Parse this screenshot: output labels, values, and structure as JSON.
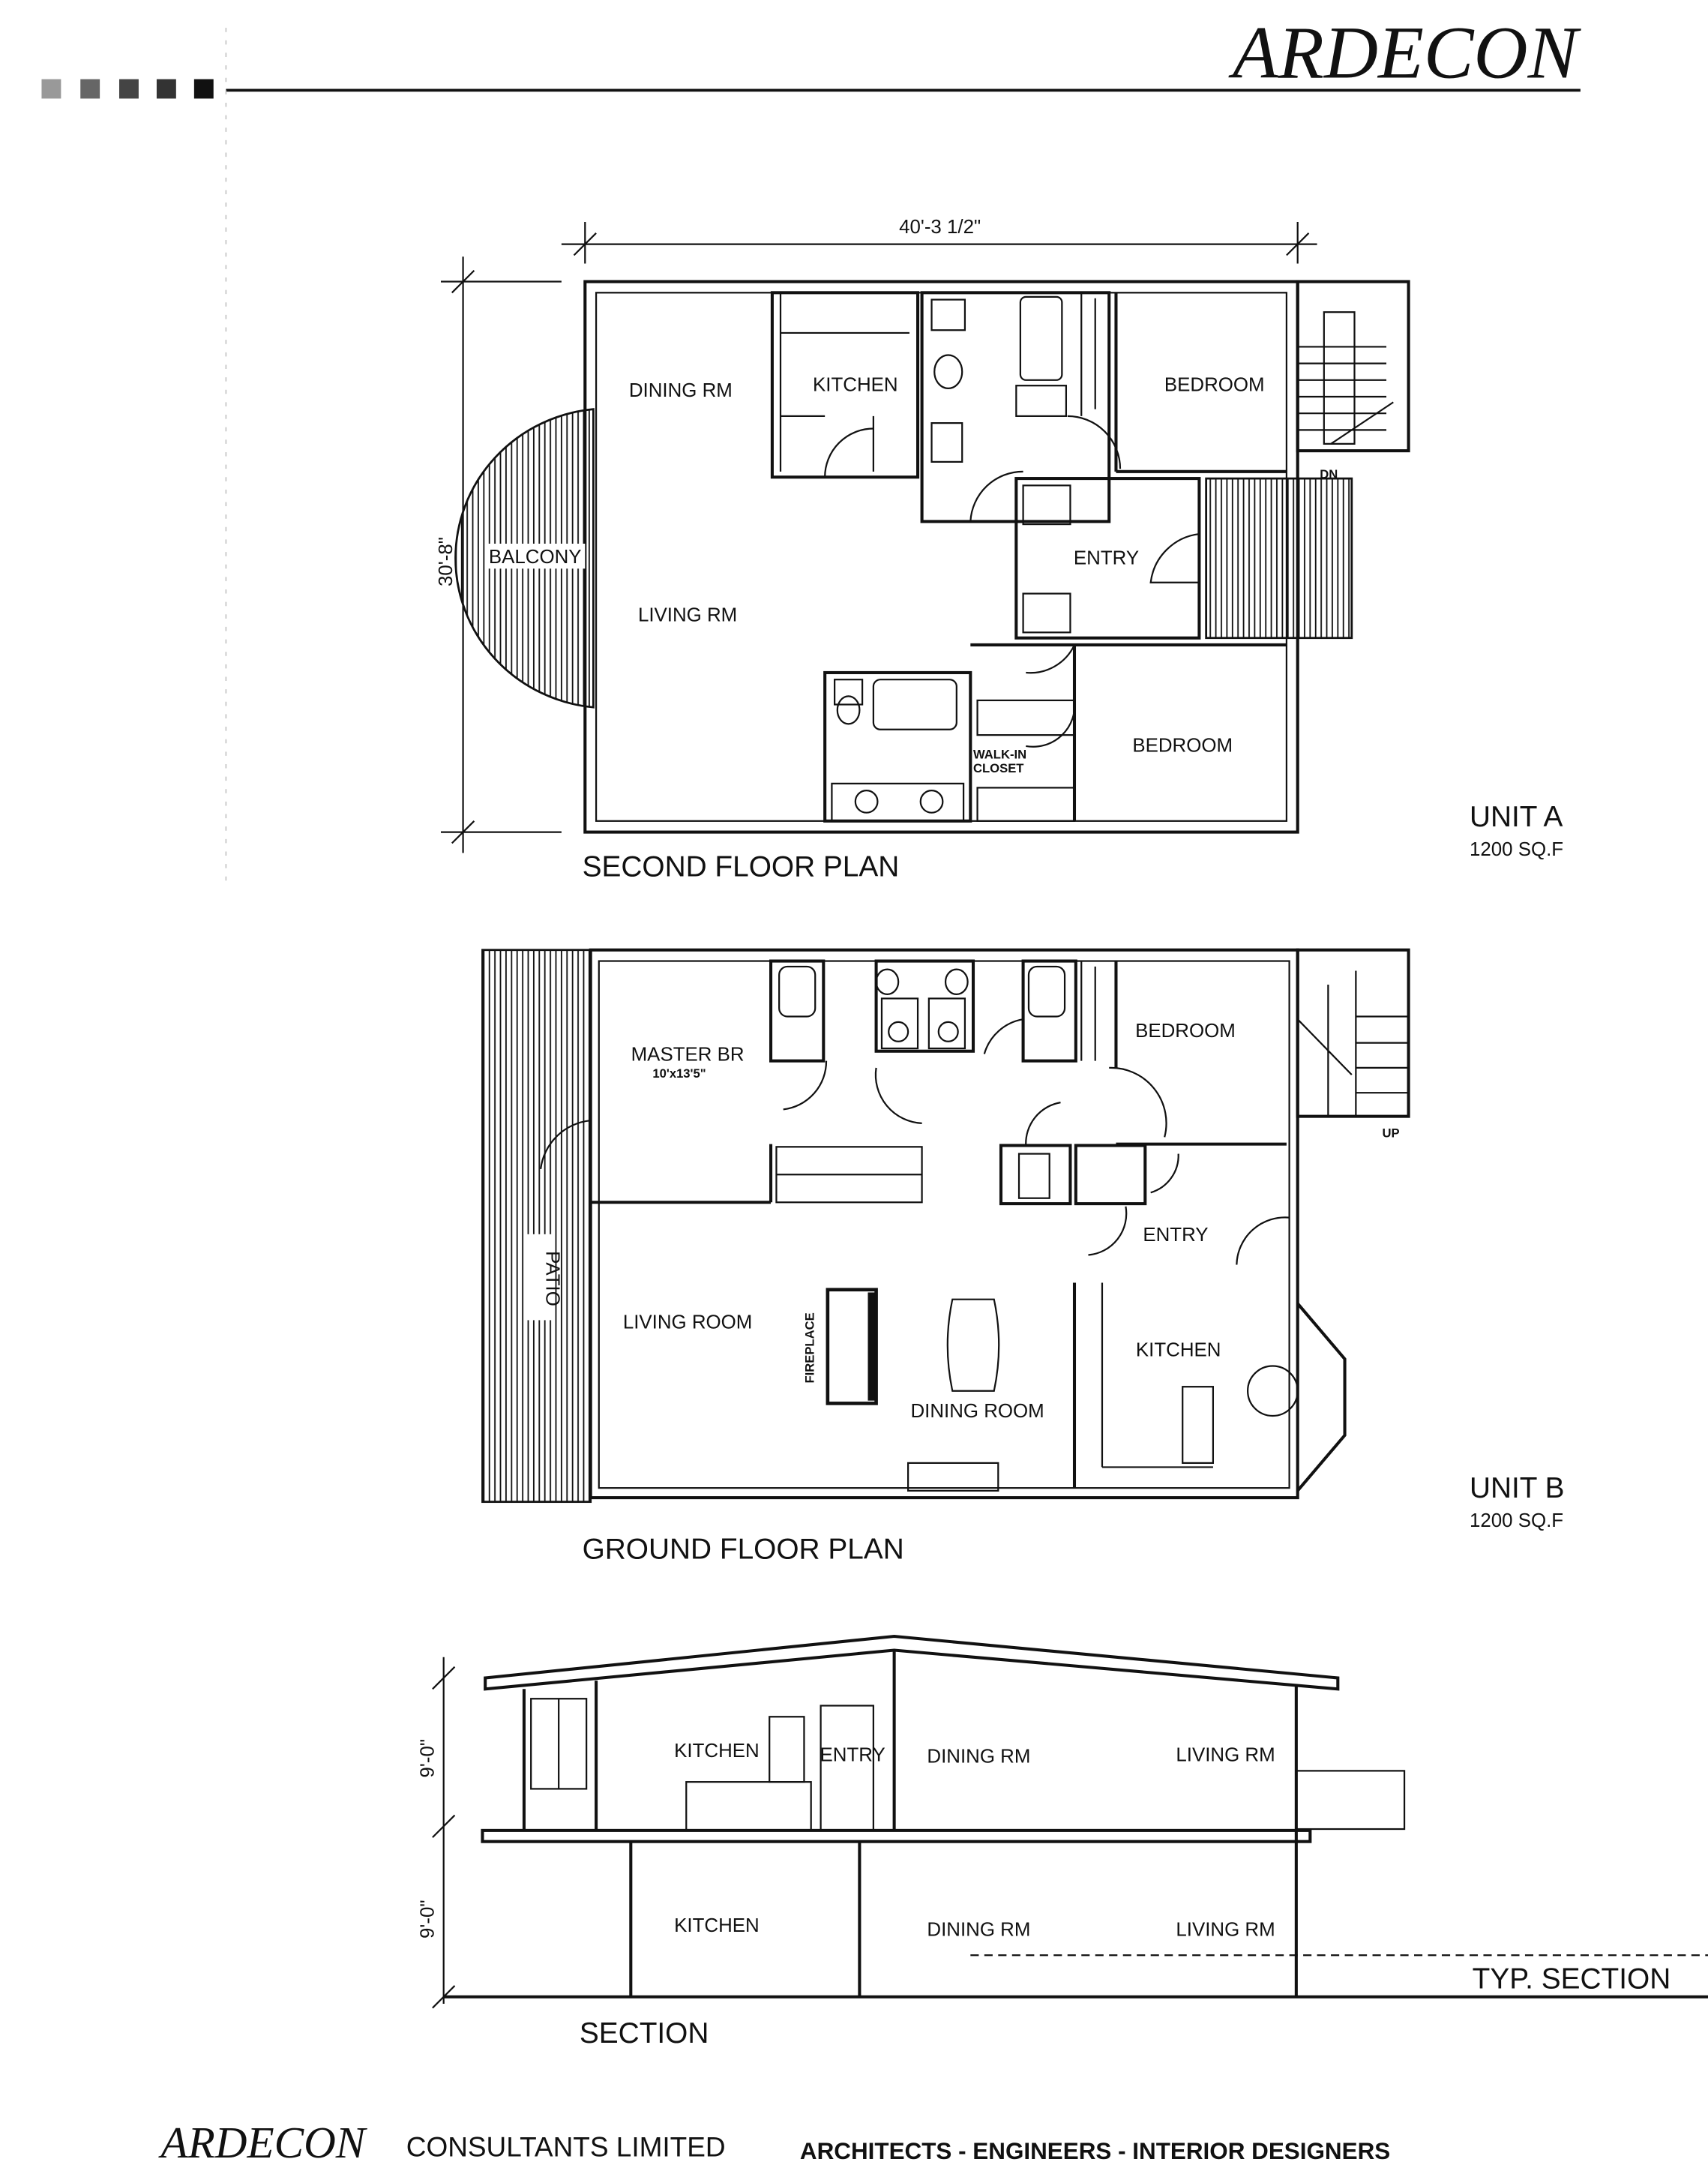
{
  "header": {
    "brand": "ARDECON"
  },
  "second_floor": {
    "title": "SECOND FLOOR PLAN",
    "width_dim": "40'-3 1/2\"",
    "depth_dim": "30'-8\"",
    "rooms": {
      "dining": "DINING RM",
      "kitchen": "KITCHEN",
      "bedroom1": "BEDROOM",
      "balcony": "BALCONY",
      "entry": "ENTRY",
      "living": "LIVING RM",
      "bedroom2": "BEDROOM",
      "closet_1": "WALK-IN",
      "closet_2": "CLOSET",
      "dn": "DN"
    },
    "unit": "UNIT A",
    "area": "1200 SQ.F"
  },
  "ground_floor": {
    "title": "GROUND FLOOR PLAN",
    "rooms": {
      "master": "MASTER BR",
      "master_size": "10'x13'5\"",
      "bedroom": "BEDROOM",
      "up": "UP",
      "entry": "ENTRY",
      "patio": "PATIO",
      "living": "LIVING ROOM",
      "fireplace": "FIREPLACE",
      "kitchen": "KITCHEN",
      "dining": "DINING ROOM"
    },
    "unit": "UNIT B",
    "area": "1200 SQ.F"
  },
  "section": {
    "title": "SECTION",
    "typ": "TYP. SECTION",
    "upper_height": "9'-0\"",
    "lower_height": "9'-0\"",
    "upper_rooms": {
      "kitchen": "KITCHEN",
      "entry": "ENTRY",
      "dining": "DINING RM",
      "living": "LIVING RM"
    },
    "lower_rooms": {
      "kitchen": "KITCHEN",
      "dining": "DINING RM",
      "living": "LIVING RM"
    }
  },
  "footer": {
    "brand": "ARDECON",
    "company": "CONSULTANTS LIMITED",
    "services": "ARCHITECTS - ENGINEERS - INTERIOR DESIGNERS"
  }
}
